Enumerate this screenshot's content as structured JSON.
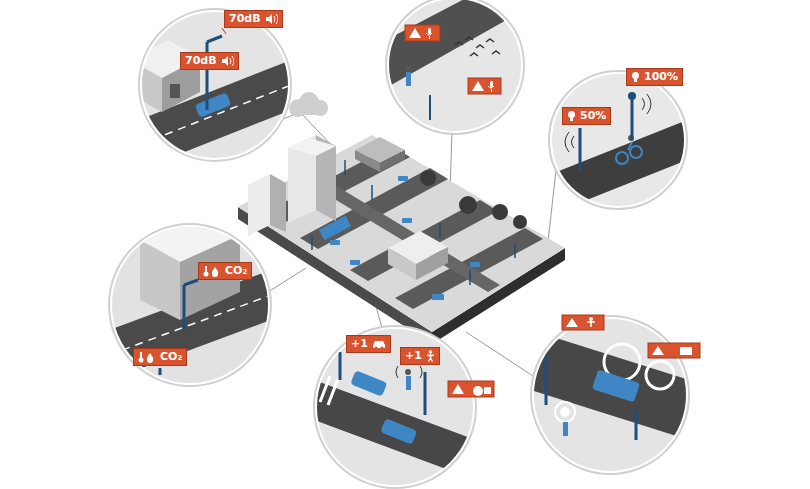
{
  "diagram": {
    "nodes": [
      {
        "text": [
          "70dB"
        ]
      },
      {
        "text": [
          "70dB"
        ]
      },
      {
        "text": [
          "100%"
        ]
      },
      {
        "text": [
          "50%"
        ]
      },
      {
        "text": [
          "CO₂"
        ]
      },
      {
        "text": [
          "+1"
        ]
      },
      {
        "text": [
          "+1"
        ]
      },
      {
        "text": [
          "CO₂"
        ]
      }
    ]
  }
}
